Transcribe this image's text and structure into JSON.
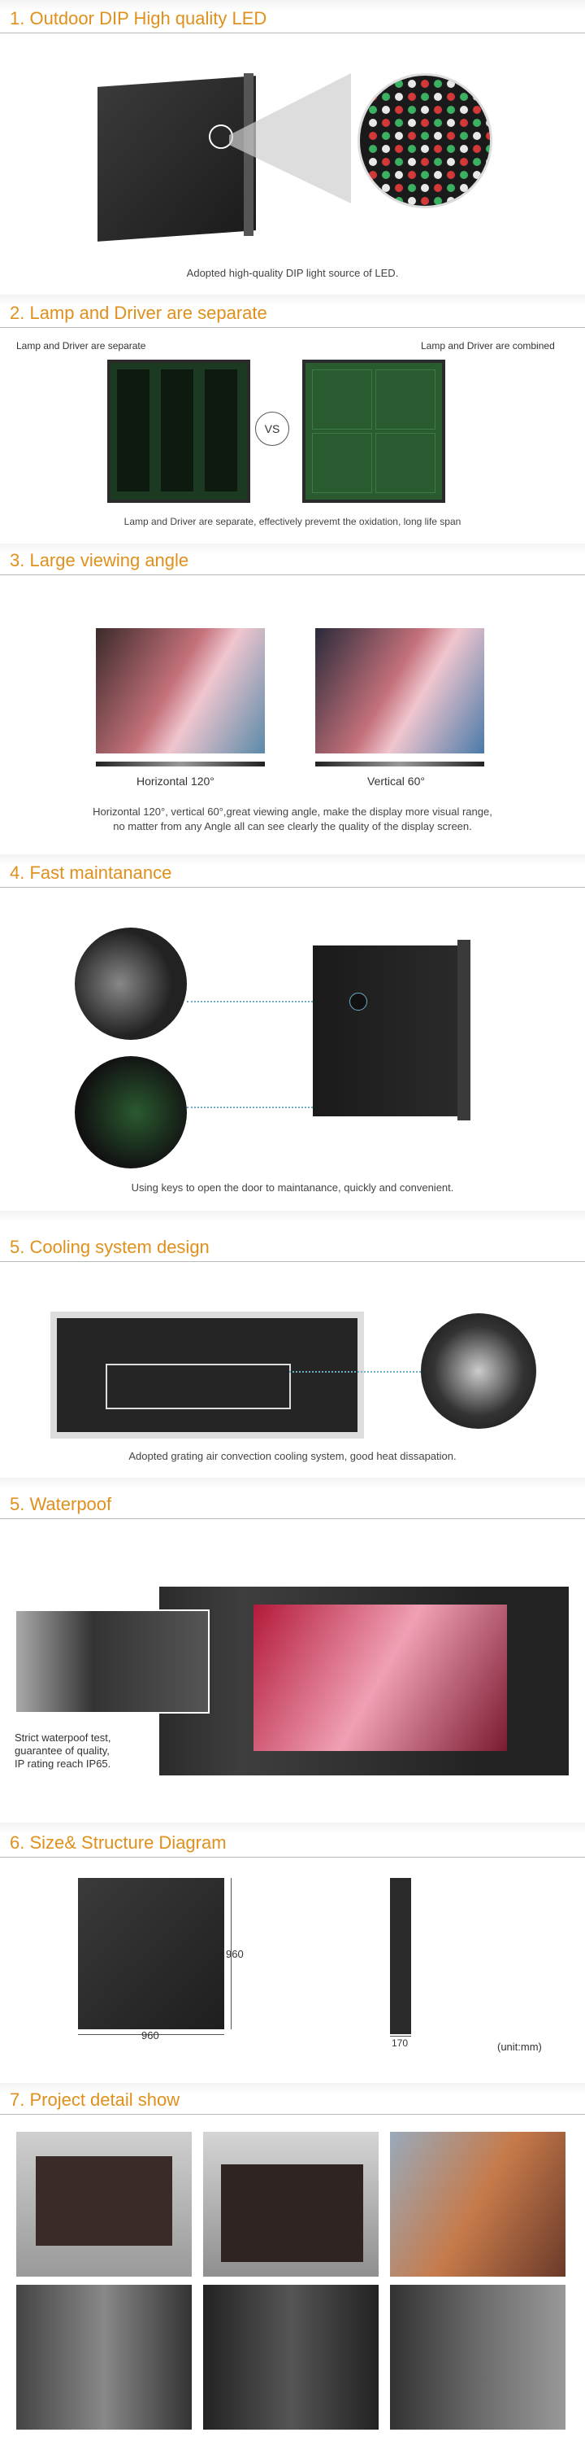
{
  "sections": {
    "s1": {
      "title": "1. Outdoor DIP High quality LED",
      "caption": "Adopted high-quality DIP light source of LED."
    },
    "s2": {
      "title": "2. Lamp and Driver are separate",
      "left_label": "Lamp and Driver are separate",
      "right_label": "Lamp and Driver are combined",
      "vs": "VS",
      "caption": "Lamp and Driver are separate, effectively prevemt the oxidation, long life span"
    },
    "s3": {
      "title": "3. Large viewing angle",
      "left_label": "Horizontal 120°",
      "right_label": "Vertical 60°",
      "caption_line1": "Horizontal 120°, vertical 60°,great viewing angle, make the display more visual range,",
      "caption_line2": "no matter from any Angle all can see clearly the quality of the display screen."
    },
    "s4": {
      "title": "4. Fast maintanance",
      "caption": "Using keys to open the door to maintanance, quickly and convenient."
    },
    "s5": {
      "title": "5. Cooling system design",
      "caption": "Adopted grating air convection cooling system, good heat dissapation."
    },
    "s6": {
      "title": "5. Waterpoof",
      "text_line1": "Strict waterpoof test,",
      "text_line2": "guarantee of quality,",
      "text_line3": "IP rating reach IP65."
    },
    "s7": {
      "title": "6. Size& Structure Diagram",
      "width_label": "960",
      "height_label": "960",
      "depth_label": "170",
      "unit": "(unit:mm)"
    },
    "s8": {
      "title": "7. Project detail show"
    }
  },
  "colors": {
    "accent": "#e0901c",
    "dotted_line": "#6ab0c8"
  }
}
